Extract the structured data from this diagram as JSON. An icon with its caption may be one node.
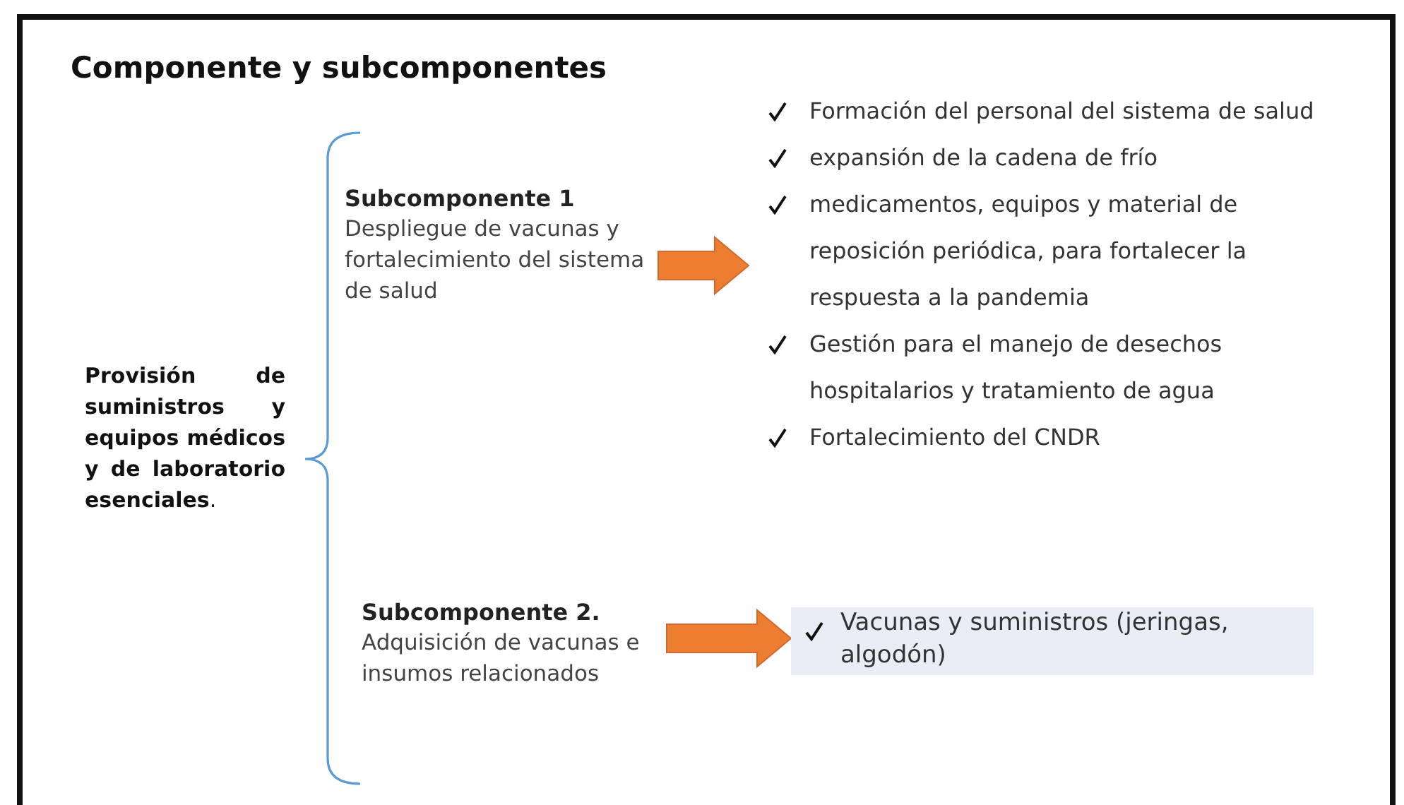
{
  "diagram": {
    "title": "Componente y subcomponentes",
    "nodes": [
      {
        "text": [
          "**Provisión de suministros y equipos médicos y de laboratorio esenciales**."
        ]
      },
      {
        "text": [
          "Subcomponente 1",
          "Despliegue de vacunas y fortalecimiento del sistema de salud"
        ]
      },
      {
        "text": [
          "Formación del personal del sistema de salud",
          "expansión de la cadena de frío",
          "medicamentos, equipos y material de reposición periódica, para fortalecer la respuesta a la pandemia",
          "Gestión para el manejo de desechos hospitalarios y tratamiento de agua",
          "Fortalecimiento del CNDR"
        ]
      },
      {
        "text": [
          "**Subcomponente 2**.",
          "Adquisición de vacunas e insumos relacionados"
        ]
      },
      {
        "text": [
          "Vacunas y suministros (jeringas, algodón)"
        ]
      }
    ],
    "edges": [
      {
        "from": 1,
        "to": 2,
        "arrow": "to"
      },
      {
        "from": 3,
        "to": 4,
        "arrow": "to"
      }
    ]
  }
}
